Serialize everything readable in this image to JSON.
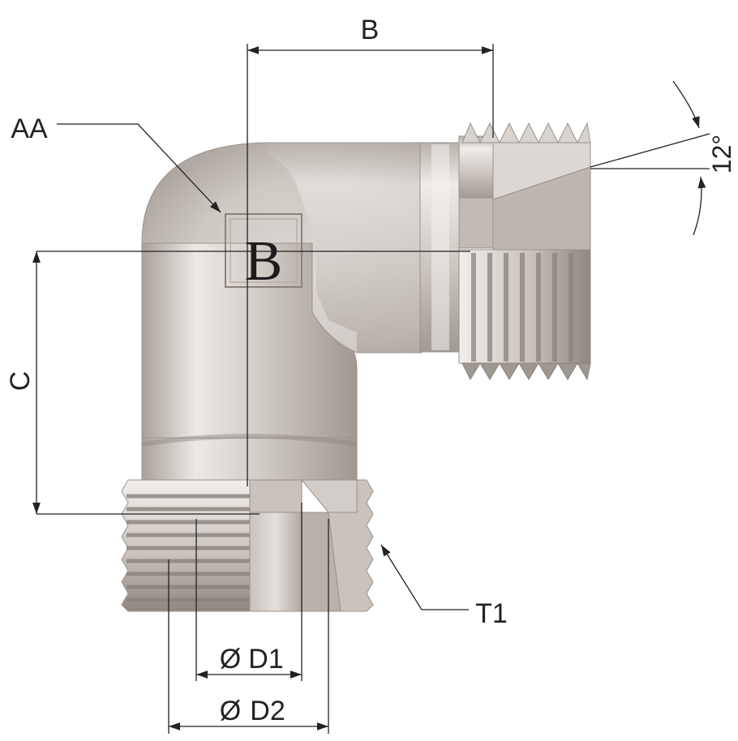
{
  "labels": {
    "top_dimension": "B",
    "callout_aa": "AA",
    "stamp_letter": "B",
    "side_dimension": "C",
    "angle": "12°",
    "callout_t1": "T1",
    "inner_diameter": "D1",
    "outer_diameter": "D2",
    "diameter_symbol": "Ø"
  },
  "colors": {
    "metal_light": "#ece8e4",
    "metal_mid": "#c4bdb8",
    "metal_dark": "#9d958f",
    "thread_shadow": "#8a827c",
    "line": "#222222"
  }
}
